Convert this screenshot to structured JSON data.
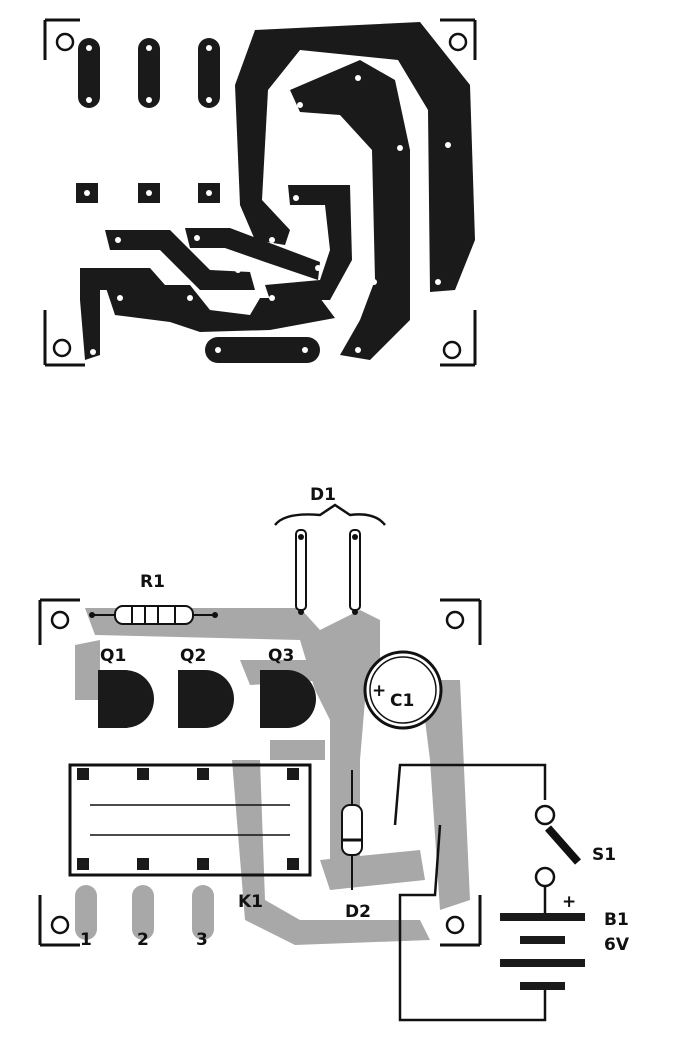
{
  "colors": {
    "paper": "#ffffff",
    "copper": "#1a1a1a",
    "track_overlay": "#a8a8a8",
    "ink": "#111111"
  },
  "labels": {
    "d1": "D1",
    "r1": "R1",
    "q1": "Q1",
    "q2": "Q2",
    "q3": "Q3",
    "c1": "C1",
    "c1_plus": "+",
    "s1": "S1",
    "b1": "B1",
    "b1_plus": "+",
    "b1_voltage": "6V",
    "k1": "K1",
    "d2": "D2",
    "term_1": "1",
    "term_2": "2",
    "term_3": "3"
  }
}
